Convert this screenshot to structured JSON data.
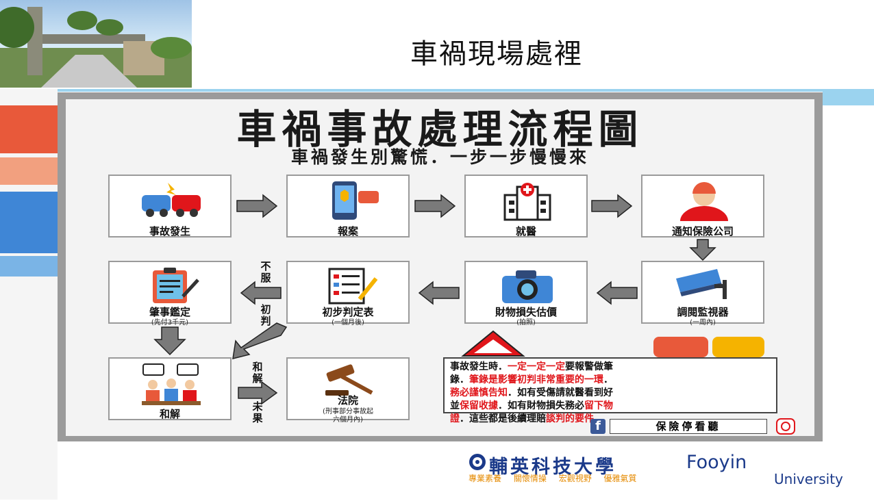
{
  "slide": {
    "title": "車禍現場處裡",
    "accent_colors": {
      "blue": "#3f86d6",
      "light_blue": "#9bd3ef",
      "orange": "#e8593a",
      "red": "#e0161b"
    }
  },
  "poster": {
    "title": "車禍事故處理流程圖",
    "subtitle": "車禍發生別驚慌．一步一步慢慢來",
    "steps": [
      {
        "label": "事故發生",
        "note": "",
        "icon": "car-crash-icon"
      },
      {
        "label": "報案",
        "note": "",
        "icon": "phone-call-icon"
      },
      {
        "label": "就醫",
        "note": "",
        "icon": "hospital-icon"
      },
      {
        "label": "通知保險公司",
        "note": "",
        "icon": "call-agent-icon"
      },
      {
        "label": "調閱監視器",
        "note": "(一周內)",
        "icon": "cctv-camera-icon"
      },
      {
        "label": "財物損失估價",
        "note": "(拍照)",
        "icon": "camera-icon"
      },
      {
        "label": "初步判定表",
        "note": "(一個月後)",
        "icon": "checklist-icon"
      },
      {
        "label": "肇事鑑定",
        "note": "(先付3千元)",
        "icon": "clipboard-icon"
      },
      {
        "label": "和解",
        "note": "",
        "icon": "meeting-icon"
      },
      {
        "label": "法院",
        "note": "(刑事部分事故起",
        "note2": "六個月內)",
        "icon": "gavel-icon"
      }
    ],
    "branch_labels": {
      "dispute": [
        "不",
        "服",
        "初",
        "判"
      ],
      "no_settle_top": [
        "和",
        "解"
      ],
      "no_settle_bottom": [
        "未",
        "果"
      ]
    },
    "notice": {
      "l1a": "事故發生時．",
      "l1b": "一定一定一定",
      "l1c": "要報警做筆",
      "l2a": "錄．",
      "l2b": "筆錄是影響初判非常重要的一環",
      "l2c": "．",
      "l3a": "務必謹慎告知",
      "l3b": "．如有受傷請就醫看到好",
      "l4a": "並",
      "l4b": "保留收據",
      "l4c": "．如有財物損失務必",
      "l4d": "留下物",
      "l5a": "證",
      "l5b": "．這些都是後續理賠",
      "l5c": "談判的要件",
      "l5d": "。"
    },
    "footer_tag": "保險停看聽"
  },
  "school": {
    "name": "輔英科技大學",
    "name_en": "Fooyin",
    "name_en2": "University",
    "mottos": [
      "專業素養",
      "關懷情操",
      "宏觀視野",
      "優雅氣質"
    ]
  }
}
